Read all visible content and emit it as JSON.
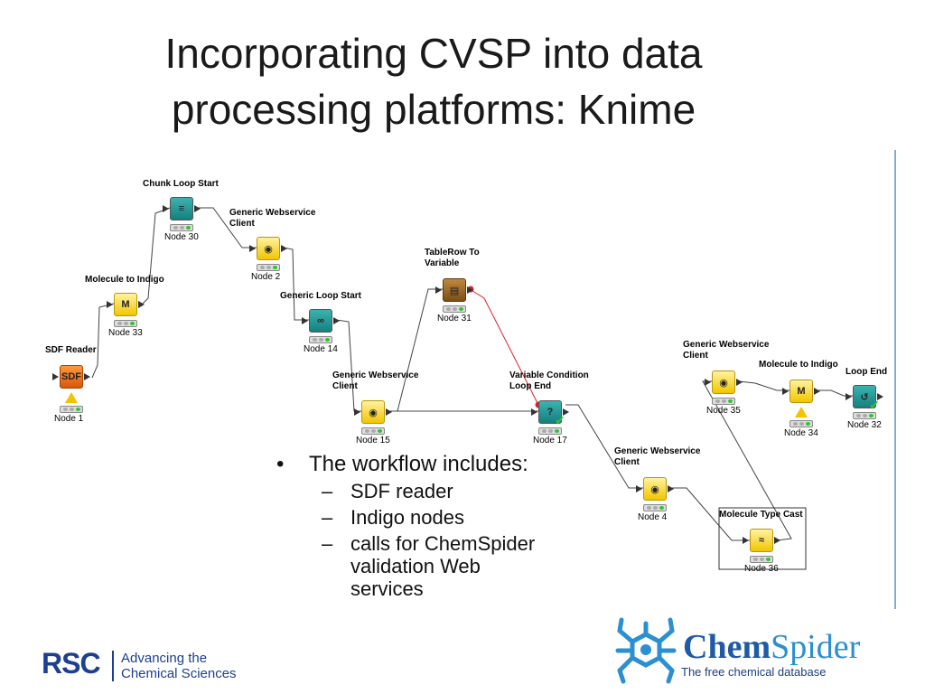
{
  "slide": {
    "title_line1": "Incorporating CVSP into data",
    "title_line2": "processing platforms: Knime"
  },
  "workflow": {
    "nodes": [
      {
        "key": "sdf_reader",
        "label": "SDF Reader",
        "id": "Node 1",
        "icon": "sdf-reader-icon",
        "glyph": "SDF",
        "color": "orange",
        "warning": true
      },
      {
        "key": "molecule_to_indigo_33",
        "label": "Molecule to Indigo",
        "id": "Node 33",
        "icon": "indigo-icon",
        "glyph": "M",
        "color": "yellow",
        "warning": false
      },
      {
        "key": "chunk_loop_start",
        "label": "Chunk Loop Start",
        "id": "Node 30",
        "icon": "loop-start-icon",
        "glyph": "≡",
        "color": "teal",
        "warning": false
      },
      {
        "key": "generic_ws_2",
        "label": "Generic Webservice Client",
        "id": "Node 2",
        "icon": "webservice-icon",
        "glyph": "◉",
        "color": "yellow",
        "warning": false
      },
      {
        "key": "generic_loop_start",
        "label": "Generic Loop Start",
        "id": "Node 14",
        "icon": "loop-start-icon",
        "glyph": "∞",
        "color": "teal",
        "warning": false
      },
      {
        "key": "generic_ws_15",
        "label": "Generic Webservice Client",
        "id": "Node 15",
        "icon": "webservice-icon",
        "glyph": "◉",
        "color": "yellow",
        "warning": false
      },
      {
        "key": "tablerow_to_variable",
        "label": "TableRow To Variable",
        "id": "Node 31",
        "icon": "variable-icon",
        "glyph": "▤",
        "color": "brown",
        "warning": false
      },
      {
        "key": "variable_condition_loop_end",
        "label": "Variable Condition Loop End",
        "id": "Node 17",
        "icon": "loop-end-icon",
        "glyph": "?",
        "color": "teal",
        "warning": false
      },
      {
        "key": "generic_ws_4",
        "label": "Generic Webservice Client",
        "id": "Node 4",
        "icon": "webservice-icon",
        "glyph": "◉",
        "color": "yellow",
        "warning": false
      },
      {
        "key": "molecule_type_cast",
        "label": "Molecule Type Cast",
        "id": "Node 36",
        "icon": "type-cast-icon",
        "glyph": "≈",
        "color": "yellow",
        "warning": false
      },
      {
        "key": "generic_ws_35",
        "label": "Generic Webservice Client",
        "id": "Node 35",
        "icon": "webservice-icon",
        "glyph": "◉",
        "color": "yellow",
        "warning": false
      },
      {
        "key": "molecule_to_indigo_34",
        "label": "Molecule to Indigo",
        "id": "Node 34",
        "icon": "indigo-icon",
        "glyph": "M",
        "color": "yellow",
        "warning": true
      },
      {
        "key": "loop_end",
        "label": "Loop End",
        "id": "Node 32",
        "icon": "loop-end-icon",
        "glyph": "↺",
        "color": "teal",
        "warning": false
      }
    ]
  },
  "bullets": {
    "main": "The workflow includes:",
    "items": [
      "SDF reader",
      "Indigo nodes",
      "calls for ChemSpider validation Web services"
    ]
  },
  "rsc": {
    "mark": "RSC",
    "line1": "Advancing the",
    "line2": "Chemical Sciences"
  },
  "chemspider": {
    "name_part1": "Chem",
    "name_part2": "Spider",
    "tagline": "The free chemical database"
  }
}
